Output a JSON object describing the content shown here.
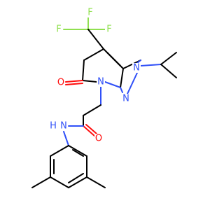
{
  "colors": {
    "carbon": "#000000",
    "nitrogen": "#3050f8",
    "oxygen": "#ff0d0d",
    "fluorine": "#90e050",
    "background": "#ffffff"
  },
  "atoms": {
    "F1": "F",
    "F2": "F",
    "F3": "F",
    "N_pyrazole": "N",
    "N_bridge": "N",
    "N_ring": "N",
    "O_ketone": "O",
    "O_amide": "O",
    "NH_amide": "N",
    "H_amide": "H"
  }
}
